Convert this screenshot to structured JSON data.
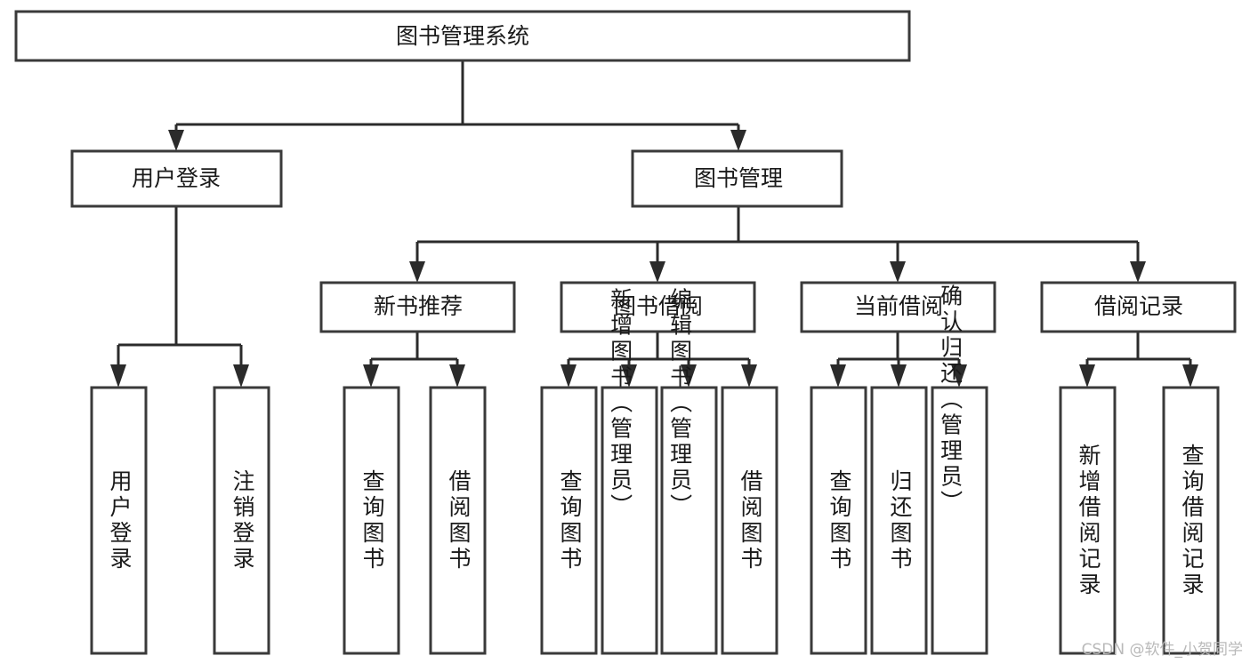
{
  "diagram": {
    "type": "tree-hierarchy-chart",
    "title": "图书管理系统",
    "watermark": "CSDN @软件_小贺同学",
    "colors": {
      "box_stroke": "#3a3a3a",
      "connector": "#2b2b2b",
      "background": "#ffffff",
      "text": "#1a1a1a",
      "watermark": "#b9b9b9"
    },
    "levels": {
      "root": {
        "label": "图书管理系统"
      },
      "level2": [
        {
          "label": "用户登录"
        },
        {
          "label": "图书管理"
        }
      ],
      "level3": [
        {
          "label": "新书推荐"
        },
        {
          "label": "图书借阅"
        },
        {
          "label": "当前借阅"
        },
        {
          "label": "借阅记录"
        }
      ],
      "leaves": {
        "user_login": [
          {
            "label": "用户登录"
          },
          {
            "label": "注销登录"
          }
        ],
        "new_book_recommend": [
          {
            "label": "查询图书"
          },
          {
            "label": "借阅图书"
          }
        ],
        "book_borrow": [
          {
            "label": "查询图书"
          },
          {
            "label": "新增图书（管理员）"
          },
          {
            "label": "编辑图书（管理员）"
          },
          {
            "label": "借阅图书"
          }
        ],
        "current_borrow": [
          {
            "label": "查询图书"
          },
          {
            "label": "归还图书"
          },
          {
            "label": "确认归还（管理员）"
          }
        ],
        "borrow_records": [
          {
            "label": "新增借阅记录"
          },
          {
            "label": "查询借阅记录"
          }
        ]
      }
    }
  }
}
